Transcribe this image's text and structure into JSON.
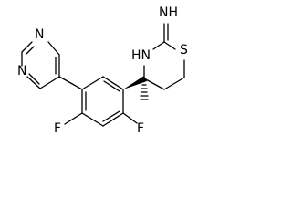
{
  "atoms": {
    "imine": "NH",
    "ring_nh": "HN",
    "sulfur": "S",
    "pyrimidine_n_top": "N",
    "pyrimidine_n_left": "N",
    "fluorine_left": "F",
    "fluorine_right": "F"
  },
  "colors": {
    "ink": "#000000",
    "background": "#ffffff"
  }
}
